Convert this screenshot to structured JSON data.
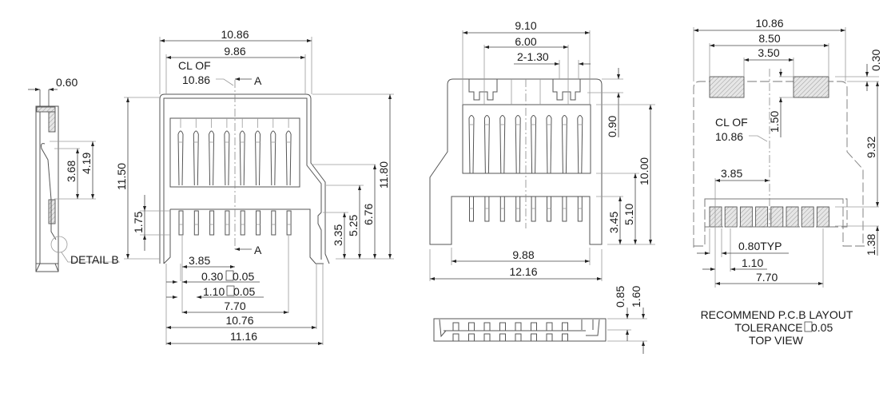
{
  "title": "SIM card connector mechanical drawing",
  "side_view": {
    "dims": {
      "thickness": "0.60",
      "d1": "3.68",
      "d2": "4.19"
    },
    "detail_label": "DETAIL B"
  },
  "front_view": {
    "dims": {
      "overall_width": "10.86",
      "inner_width": "9.86",
      "height_left": "11.50",
      "h_1_75": "1.75",
      "height_right": "11.80",
      "h_6_76": "6.76",
      "h_5_25": "5.25",
      "h_3_35": "3.35",
      "pitch_center": "3.85",
      "pin_width": "0.30",
      "pin_width_tol": "0.05",
      "pin_pitch": "1.10",
      "pin_pitch_tol": "0.05",
      "pin_span": "7.70",
      "base_width": "10.76",
      "total_width": "11.16"
    },
    "cl_note_line1": "CL   OF",
    "cl_note_line2": "10.86",
    "section_marker": "A"
  },
  "bottom_view": {
    "dims": {
      "w_9_10": "9.10",
      "w_6_00": "6.00",
      "w_2_1_30": "2-1.30",
      "h_0_90": "0.90",
      "h_10_00": "10.00",
      "h_3_45": "3.45",
      "h_5_10": "5.10",
      "w_9_88": "9.88",
      "w_12_16": "12.16",
      "t_0_85": "0.85",
      "t_1_60": "1.60"
    }
  },
  "pcb_layout": {
    "dims": {
      "overall": "10.86",
      "pad_outer": "8.50",
      "pad_inner": "3.50",
      "h_0_30": "0.30",
      "h_1_50": "1.50",
      "h_9_32": "9.32",
      "offset_3_85": "3.85",
      "pad_width": "0.80TYP",
      "pitch": "1.10",
      "span": "7.70",
      "h_1_38": "1.38"
    },
    "cl_note_line1": "CL   OF",
    "cl_note_line2": "10.86",
    "caption_line1": "RECOMMEND P.C.B LAYOUT",
    "caption_line2_prefix": "TOLERANCE",
    "caption_line2_value": "0.05",
    "caption_line3": "TOP VIEW"
  }
}
